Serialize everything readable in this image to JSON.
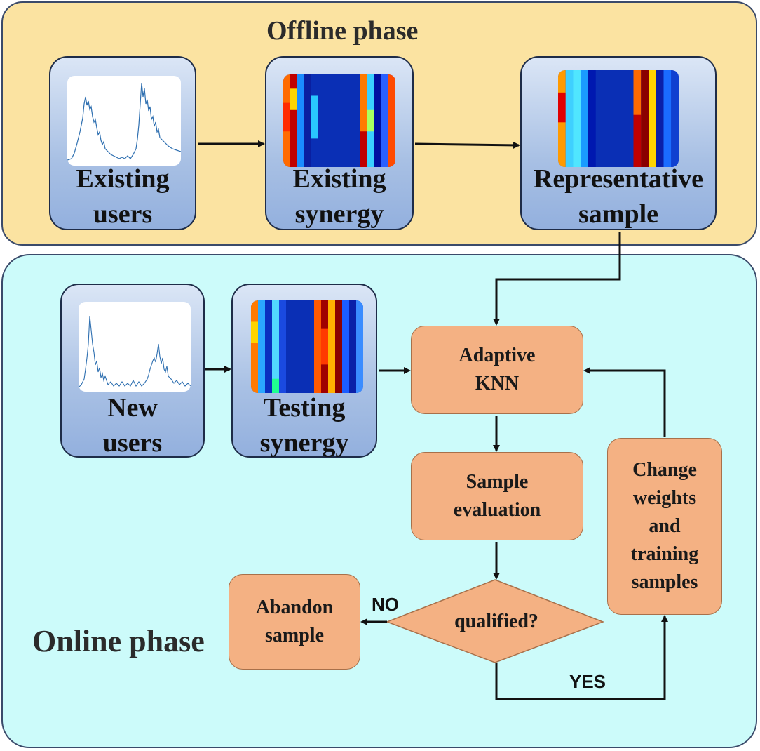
{
  "offline": {
    "title": "Offline phase",
    "existing_users": "Existing users",
    "existing_synergy": "Existing synergy",
    "representative_sample": "Representative sample"
  },
  "online": {
    "title": "Online phase",
    "new_users": "New users",
    "testing_synergy": "Testing synergy",
    "adaptive_knn": "Adaptive KNN",
    "sample_evaluation": "Sample evaluation",
    "qualified": "qualified?",
    "abandon_sample": "Abandon sample",
    "change_weights": "Change weights and training samples",
    "no_label": "NO",
    "yes_label": "YES"
  },
  "colors": {
    "offline_bg": "#fbe3a1",
    "online_bg": "#ccfbfa",
    "process_box": "#f4b183",
    "card_blue": "#a8c0e4",
    "signal_line": "#2e6fb0"
  },
  "thumbnails": {
    "existing_users": "signal-plot",
    "existing_synergy": "heatmap",
    "representative_sample": "heatmap",
    "new_users": "signal-plot",
    "testing_synergy": "heatmap"
  }
}
